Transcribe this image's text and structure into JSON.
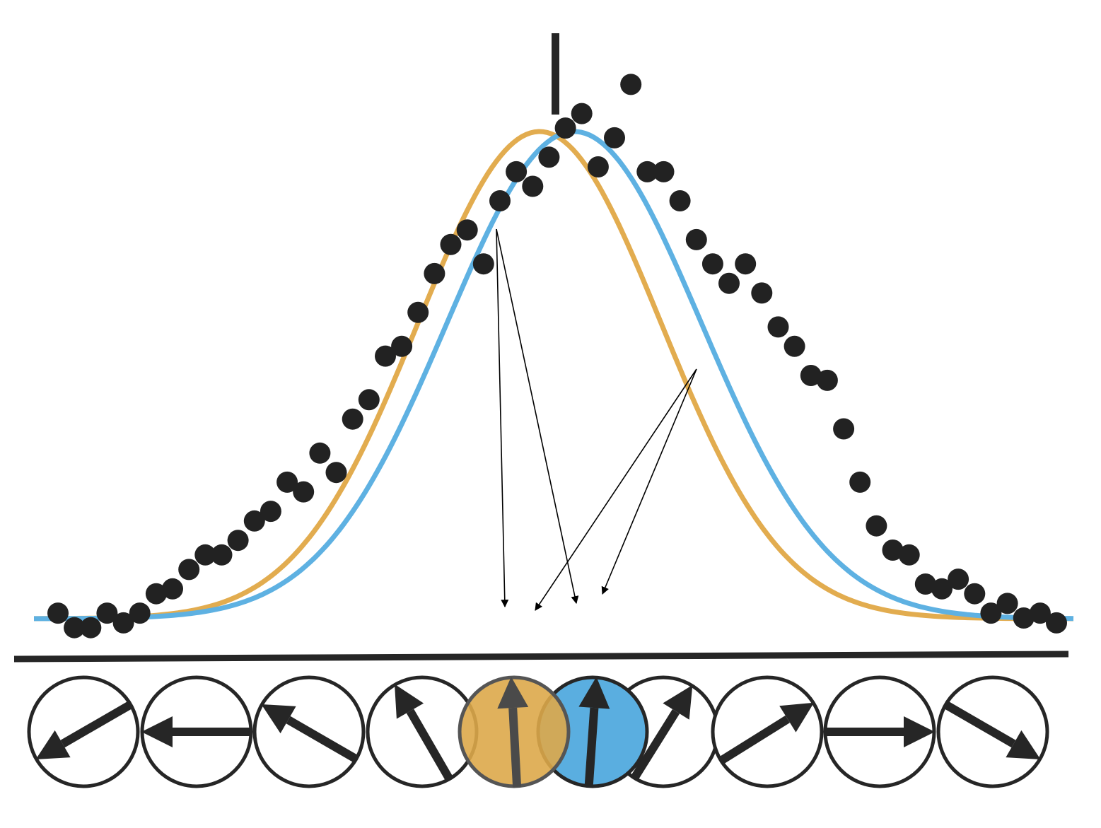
{
  "colors": {
    "orange": "#E2AC4F",
    "blue": "#5EB1E2",
    "ink": "#262626",
    "dot": "#222222",
    "arrow": "#000000",
    "orange_fill": "#DDA84A",
    "blue_fill": "#5AAEE0",
    "overlap_ring": "#555555"
  },
  "chart_data": {
    "type": "scatter",
    "x": [
      0,
      1,
      2,
      3,
      4,
      5,
      6,
      7,
      8,
      9,
      10,
      11,
      12,
      13,
      14,
      15,
      16,
      17,
      18,
      19,
      20,
      21,
      22,
      23,
      24,
      25,
      26,
      27,
      28,
      29,
      30,
      31,
      32,
      33,
      34,
      35,
      36,
      37,
      38,
      39,
      40,
      41,
      42,
      43,
      44,
      45,
      46,
      47,
      48,
      49,
      50,
      51,
      52,
      53,
      54,
      55,
      56,
      57,
      58,
      59,
      60,
      61
    ],
    "series": [
      {
        "values": [
          0.01,
          -0.02,
          -0.02,
          0.01,
          -0.01,
          0.01,
          0.05,
          0.06,
          0.1,
          0.13,
          0.13,
          0.16,
          0.2,
          0.22,
          0.28,
          0.26,
          0.34,
          0.3,
          0.41,
          0.45,
          0.54,
          0.56,
          0.63,
          0.71,
          0.77,
          0.8,
          0.73,
          0.86,
          0.92,
          0.89,
          0.95,
          1.01,
          1.04,
          0.93,
          0.99,
          1.1,
          0.92,
          0.92,
          0.86,
          0.78,
          0.73,
          0.69,
          0.73,
          0.67,
          0.6,
          0.56,
          0.5,
          0.49,
          0.39,
          0.28,
          0.19,
          0.14,
          0.13,
          0.07,
          0.06,
          0.08,
          0.05,
          0.01,
          0.03,
          0.0,
          0.01,
          -0.01
        ]
      },
      {
        "values": []
      },
      {
        "values": []
      }
    ],
    "ylim": [
      -0.05,
      1.2
    ]
  },
  "dial": {
    "angles_deg": [
      -150,
      180,
      150,
      120,
      93,
      86,
      58,
      32,
      0,
      -30
    ],
    "highlighted": [
      4,
      5
    ]
  }
}
